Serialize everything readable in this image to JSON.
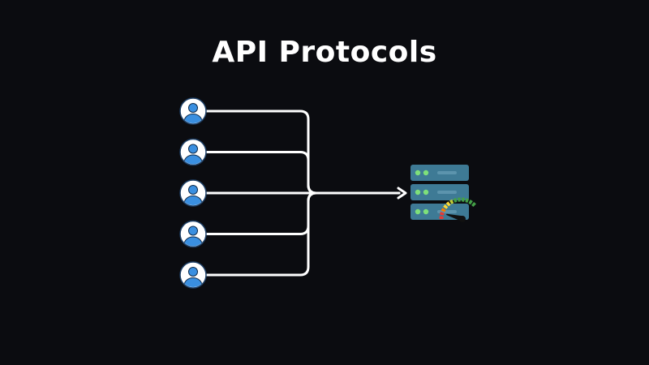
{
  "title": "API Protocols",
  "colors": {
    "background": "#0b0c10",
    "line": "#ffffff",
    "user_fill": "#ffffff",
    "user_figure": "#3a8fe0",
    "server_body": "#3e7a95",
    "server_led": "#7ee07a",
    "server_slot": "#5c94ad",
    "gauge_low": "#e53935",
    "gauge_mid": "#fdd835",
    "gauge_high": "#43a047",
    "needle": "#111111"
  },
  "icons": {
    "user": "user-icon",
    "server": "server-icon",
    "gauge": "speed-gauge-icon"
  },
  "diagram": {
    "clients": [
      {
        "id": "client-1",
        "icon": "user-icon"
      },
      {
        "id": "client-2",
        "icon": "user-icon"
      },
      {
        "id": "client-3",
        "icon": "user-icon"
      },
      {
        "id": "client-4",
        "icon": "user-icon"
      },
      {
        "id": "client-5",
        "icon": "user-icon"
      }
    ],
    "target": {
      "id": "server",
      "icon": "server-icon",
      "units": 3
    },
    "gauge_level": 0.1
  }
}
